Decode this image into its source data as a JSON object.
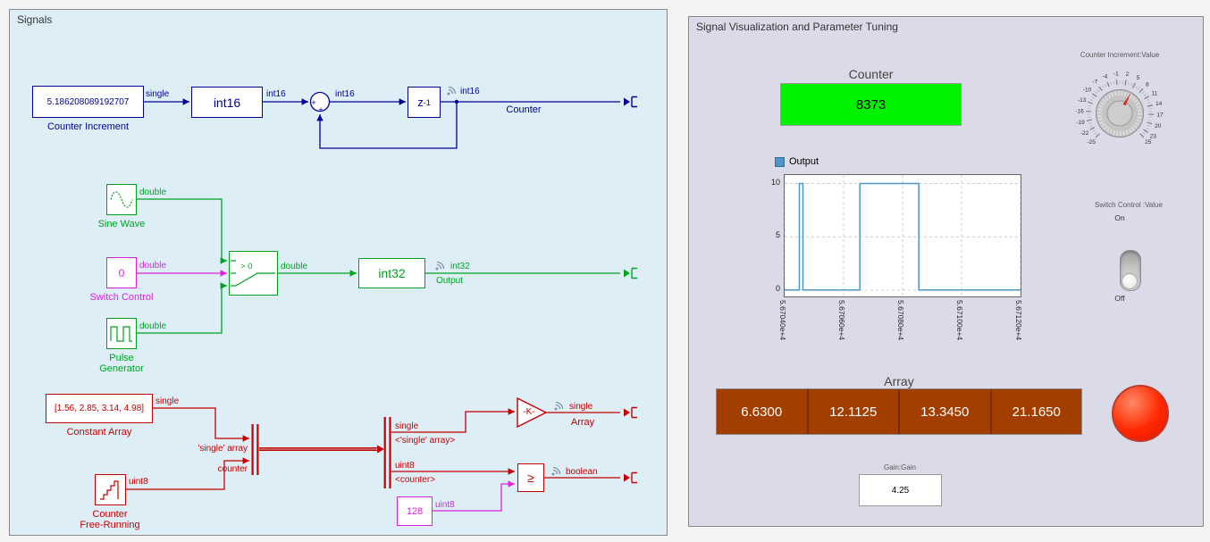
{
  "signals": {
    "title": "Signals",
    "counter_increment": {
      "value": "5.186208089192707",
      "label": "Counter Increment"
    },
    "int16_block": "int16",
    "sum_plus_left": "+",
    "sum_plus_bottom": "+",
    "unit_delay": {
      "base": "z",
      "exp": "-1"
    },
    "sine_wave_label": "Sine Wave",
    "switch_control": {
      "value": "0",
      "label": "Switch Control"
    },
    "pulse_generator": {
      "line1": "Pulse",
      "line2": "Generator"
    },
    "switch_criteria": "> 0",
    "int32_block": "int32",
    "constant_array": {
      "value": "[1.56, 2.85, 3.14, 4.98]",
      "label": "Constant Array"
    },
    "counter_free_running": {
      "line1": "Counter",
      "line2": "Free-Running"
    },
    "gain_value": "-K-",
    "relational_op": "≥",
    "constant_128": "128",
    "wire_labels": {
      "single_inc": "single",
      "int16_a": "int16",
      "int16_b": "int16",
      "int16_c": "int16",
      "counter_out": "Counter",
      "double_sine": "double",
      "double_ctrl": "double",
      "double_pulse": "double",
      "double_switch": "double",
      "int32_sig": "int32",
      "output_out": "Output",
      "single_arr": "single",
      "named_single_array": "'single' array",
      "named_counter": "counter",
      "uint8_cnt": "uint8",
      "sel_single": "single",
      "sel_single_array": "<'single' array>",
      "sel_uint8": "uint8",
      "sel_counter": "<counter>",
      "single_gain": "single",
      "array_out": "Array",
      "boolean_sig": "boolean",
      "uint8_128": "uint8"
    }
  },
  "dashboard": {
    "title": "Signal Visualization and Parameter Tuning",
    "counter_display": {
      "title": "Counter",
      "value": "8373"
    },
    "knob": {
      "label": "Counter Increment:Value",
      "min": -25,
      "max": 25,
      "value": 5.19,
      "tick_labels": [
        -25,
        -22,
        -19,
        -16,
        -13,
        -10,
        -7,
        -4,
        -1,
        2,
        5,
        8,
        11,
        14,
        17,
        20,
        23,
        25
      ]
    },
    "scope": {
      "legend": "Output"
    },
    "toggle": {
      "label": "Switch Control :Value",
      "on_label": "On",
      "off_label": "Off",
      "state": "Off"
    },
    "array_display": {
      "title": "Array",
      "values": [
        "6.6300",
        "12.1125",
        "13.3450",
        "21.1650"
      ]
    },
    "gain_field": {
      "label": "Gain:Gain",
      "value": "4.25"
    },
    "colors": {
      "counter_bg": "#00f200",
      "array_bg": "#a13e00",
      "lamp": "#ff2800",
      "trace": "#4e96c8"
    }
  },
  "chart_data": {
    "type": "line",
    "legend": [
      "Output"
    ],
    "series": [
      {
        "name": "Output",
        "points": [
          [
            56704,
            0
          ],
          [
            56704.5,
            0
          ],
          [
            56704.5,
            10
          ],
          [
            56704.62,
            10
          ],
          [
            56704.62,
            0
          ],
          [
            56706.55,
            0
          ],
          [
            56706.55,
            10
          ],
          [
            56708.55,
            10
          ],
          [
            56708.55,
            0
          ],
          [
            56712,
            0
          ]
        ]
      }
    ],
    "xlim": [
      56704,
      56712
    ],
    "ylim": [
      0,
      10
    ],
    "xticks": [
      56704,
      56706,
      56708,
      56710,
      56712
    ],
    "xtick_labels": [
      "5.67040e+4",
      "5.67060e+4",
      "5.67080e+4",
      "5.67100e+4",
      "5.67120e+4"
    ],
    "yticks": [
      0,
      5,
      10
    ],
    "ytick_labels": [
      "0",
      "5",
      "10"
    ],
    "grid": true
  }
}
